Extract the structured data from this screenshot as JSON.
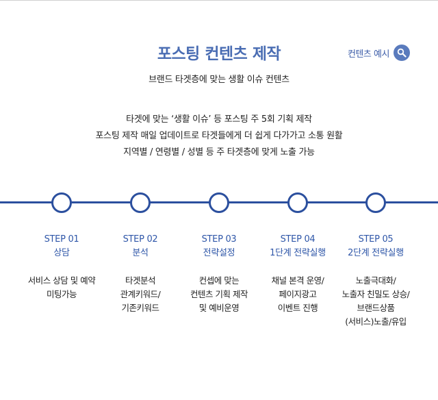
{
  "header": {
    "title": "포스팅 컨텐츠 제작",
    "example_label": "컨텐츠 예시",
    "subtitle": "브랜드 타겟층에 맞는 생활 이슈 컨텐츠"
  },
  "body_lines": [
    "타겟에 맞는 ‘생활 이슈’ 등 포스팅 주 5회 기획 제작",
    "포스팅 제작 매일 업데이트로 타겟들에게 더 쉽게 다가가고 소통 원활",
    "지역별 / 연령별 / 성별 등 주 타겟층에 맞게 노출 가능"
  ],
  "steps": [
    {
      "step": "STEP 01",
      "name": "상담",
      "desc": [
        "서비스 상담 및 예약",
        "미팅가능"
      ]
    },
    {
      "step": "STEP 02",
      "name": "분석",
      "desc": [
        "타겟분석",
        "관계키워드/",
        "기존키워드"
      ]
    },
    {
      "step": "STEP 03",
      "name": "전략설정",
      "desc": [
        "컨셉에 맞는",
        "컨텐츠 기획 제작",
        "및 예비운영"
      ]
    },
    {
      "step": "STEP 04",
      "name": "1단계 전략실행",
      "desc": [
        "채널 본격 운영/",
        "페이지광고",
        "이벤트 진행"
      ]
    },
    {
      "step": "STEP 05",
      "name": "2단계 전략실행",
      "desc": [
        "노출극대화/",
        "노출자 친밀도 상승/",
        "브랜드상품",
        "(서비스)노출/유입"
      ]
    }
  ],
  "colors": {
    "accent": "#2b4f9e",
    "title": "#4a6db3"
  }
}
